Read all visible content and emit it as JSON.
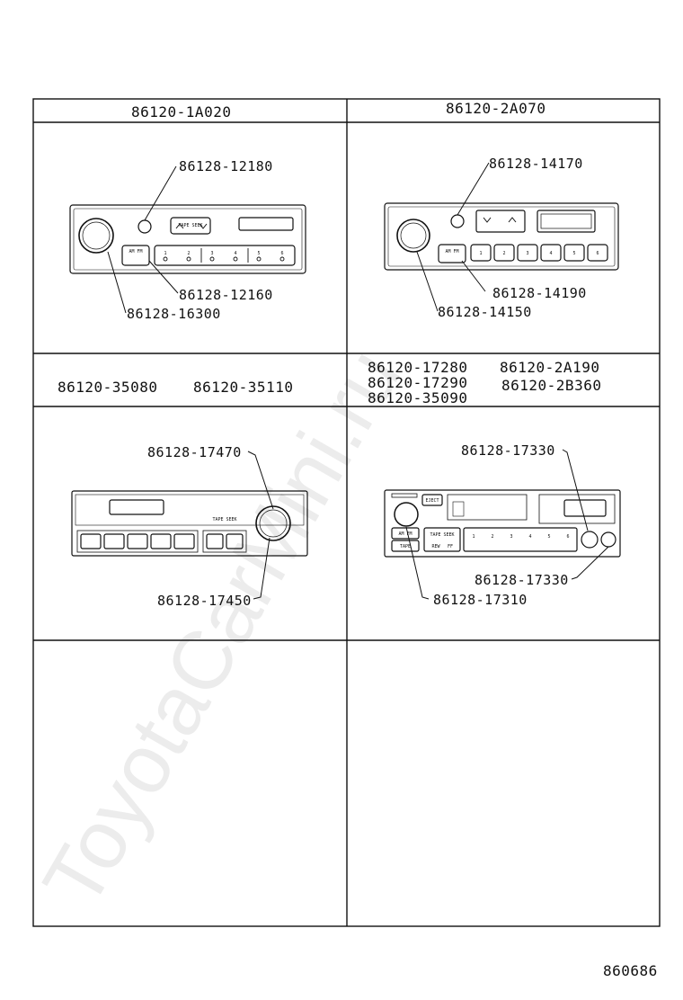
{
  "watermark": "ToyotaCarMini.ru",
  "panels": {
    "p1": {
      "header": "86120-1A020",
      "callouts": [
        "86128-12180",
        "86128-12160",
        "86128-16300"
      ],
      "button_labels": {
        "am_fm": "AM FM",
        "tape_seek": "TAPE SEEK",
        "presets": [
          "1",
          "2",
          "3",
          "4",
          "5",
          "6"
        ]
      }
    },
    "p2": {
      "header": "86120-2A070",
      "callouts": [
        "86128-14170",
        "86128-14190",
        "86128-14150"
      ],
      "button_labels": {
        "am_fm": "AM FM",
        "presets": [
          "1",
          "2",
          "3",
          "4",
          "5",
          "6"
        ]
      }
    },
    "p3": {
      "header": [
        "86120-35080",
        "86120-35110"
      ],
      "callouts": [
        "86128-17470",
        "86128-17450"
      ],
      "button_labels": {
        "tape_seek": "TAPE SEEK"
      }
    },
    "p4": {
      "header": [
        "86120-17280",
        "86120-2A190",
        "86120-17290",
        "86120-2B360",
        "86120-35090"
      ],
      "callouts": [
        "86128-17330",
        "86128-17330",
        "86128-17310"
      ],
      "button_labels": {
        "eject": "EJECT",
        "am_fm": "AM FM",
        "tape": "TAPE",
        "tape_seek": "TAPE SEEK",
        "rew": "REW",
        "ff": "FF",
        "presets": [
          "1",
          "2",
          "3",
          "4",
          "5",
          "6"
        ]
      }
    }
  },
  "page_code": "860686"
}
